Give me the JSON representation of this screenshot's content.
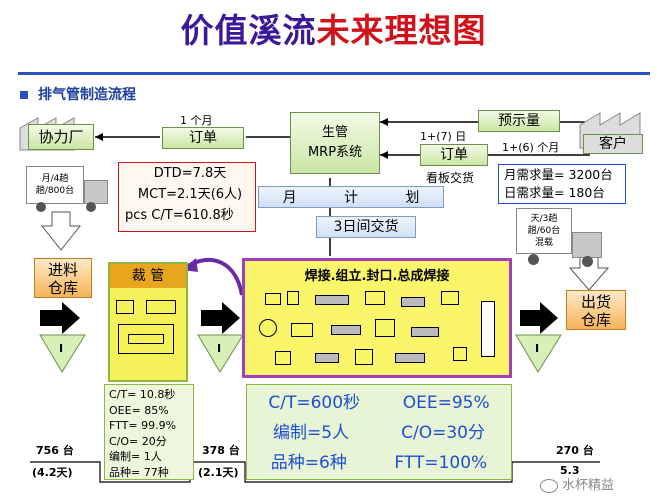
{
  "title_part1": "价值溪流",
  "title_part2": "未来理想图",
  "section_title": "排气管制造流程",
  "supplier": "协力厂",
  "customer": "客户",
  "order_left": "订单",
  "order_left_freq": "1 个月",
  "production_control": {
    "line1": "生管",
    "line2": "MRP系统"
  },
  "forecast": "预示量",
  "forecast_freq": "1+(7) 日",
  "order_right": "订单",
  "order_right_freq": "1+(6) 个月",
  "kanban_delivery": "看板交货",
  "supplier_truck": {
    "line1": "月/4趟",
    "line2": "趟/800台"
  },
  "customer_truck": {
    "line1": "天/3趟",
    "line2": "趟/60台",
    "line3": "混载"
  },
  "metrics": {
    "dtd": "DTD=7.8天",
    "mct": "MCT=2.1天(6人)",
    "ct": "pcs C/T=610.8秒"
  },
  "demand": {
    "monthly": "月需求量= 3200台",
    "daily": "日需求量= 180台"
  },
  "monthly_plan": [
    "月",
    "计",
    "划"
  ],
  "delivery_3day": "3日间交货",
  "inbound_store": {
    "line1": "进料",
    "line2": "仓库"
  },
  "outbound_store": {
    "line1": "出货",
    "line2": "仓库"
  },
  "cutting": "裁   管",
  "welding_title": "焊接.组立.封口.总成焊接",
  "inventory_marker": "I",
  "cutting_data": [
    "C/T= 10.8秒",
    "OEE= 85%",
    "FTT= 99.9%",
    "C/O= 20分",
    "编制= 1人",
    "品种= 77种"
  ],
  "welding_data": {
    "row1": [
      "C/T=600秒",
      "OEE=95%"
    ],
    "row2": [
      "编制=5人",
      "C/O=30分"
    ],
    "row3": [
      "品种=6种",
      "FTT=100%"
    ]
  },
  "timeline": {
    "inv1": "756 台",
    "inv1_days": "(4.2天)",
    "inv2": "378 台",
    "inv2_days": "(2.1天)",
    "inv3": "270 台",
    "inv3_days": "5.3"
  },
  "watermark": "水杯精益"
}
